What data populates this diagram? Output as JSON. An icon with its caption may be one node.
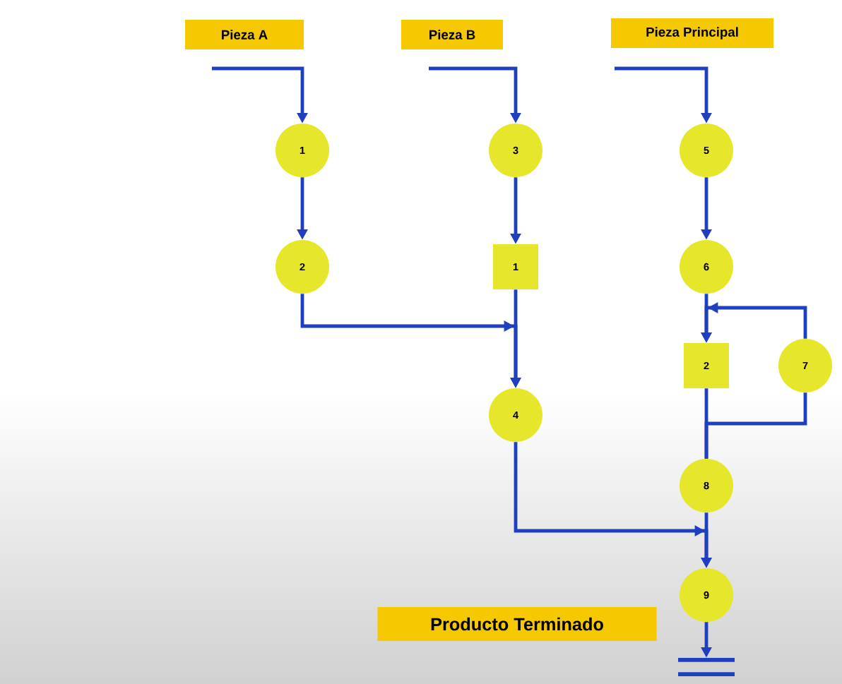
{
  "diagram": {
    "nodes": [
      {
        "text": [
          "Pieza A"
        ]
      },
      {
        "text": [
          "Pieza B"
        ]
      },
      {
        "text": [
          "Pieza Principal"
        ]
      },
      {
        "text": [
          "1"
        ]
      },
      {
        "text": [
          "2"
        ]
      },
      {
        "text": [
          "3"
        ]
      },
      {
        "text": [
          "1"
        ]
      },
      {
        "text": [
          "4"
        ]
      },
      {
        "text": [
          "5"
        ]
      },
      {
        "text": [
          "6"
        ]
      },
      {
        "text": [
          "2"
        ]
      },
      {
        "text": [
          "7"
        ]
      },
      {
        "text": [
          "8"
        ]
      },
      {
        "text": [
          "9"
        ]
      },
      {
        "text": [
          "Producto Terminado"
        ]
      },
      {
        "text": [],
        "shape": "bar"
      }
    ],
    "edges": [
      {
        "from": null,
        "to": 3,
        "arrow": "to"
      },
      {
        "from": 3,
        "to": 4,
        "arrow": "to"
      },
      {
        "from": null,
        "to": 5,
        "arrow": "to"
      },
      {
        "from": 5,
        "to": 6,
        "arrow": "to"
      },
      {
        "from": 4,
        "to": 7,
        "arrow": "to"
      },
      {
        "from": 6,
        "to": 7,
        "arrow": "to"
      },
      {
        "from": null,
        "to": 8,
        "arrow": "to"
      },
      {
        "from": 8,
        "to": 9,
        "arrow": "to"
      },
      {
        "from": 9,
        "to": 10,
        "arrow": "to"
      },
      {
        "from": 11,
        "to": 10,
        "arrow": "to"
      },
      {
        "from": 10,
        "to": 12,
        "arrow": "none"
      },
      {
        "from": 11,
        "to": 12,
        "arrow": "none"
      },
      {
        "from": 12,
        "to": 13,
        "arrow": "to"
      },
      {
        "from": 7,
        "to": 13,
        "arrow": "to"
      },
      {
        "from": 13,
        "to": 15,
        "arrow": "to"
      }
    ]
  }
}
